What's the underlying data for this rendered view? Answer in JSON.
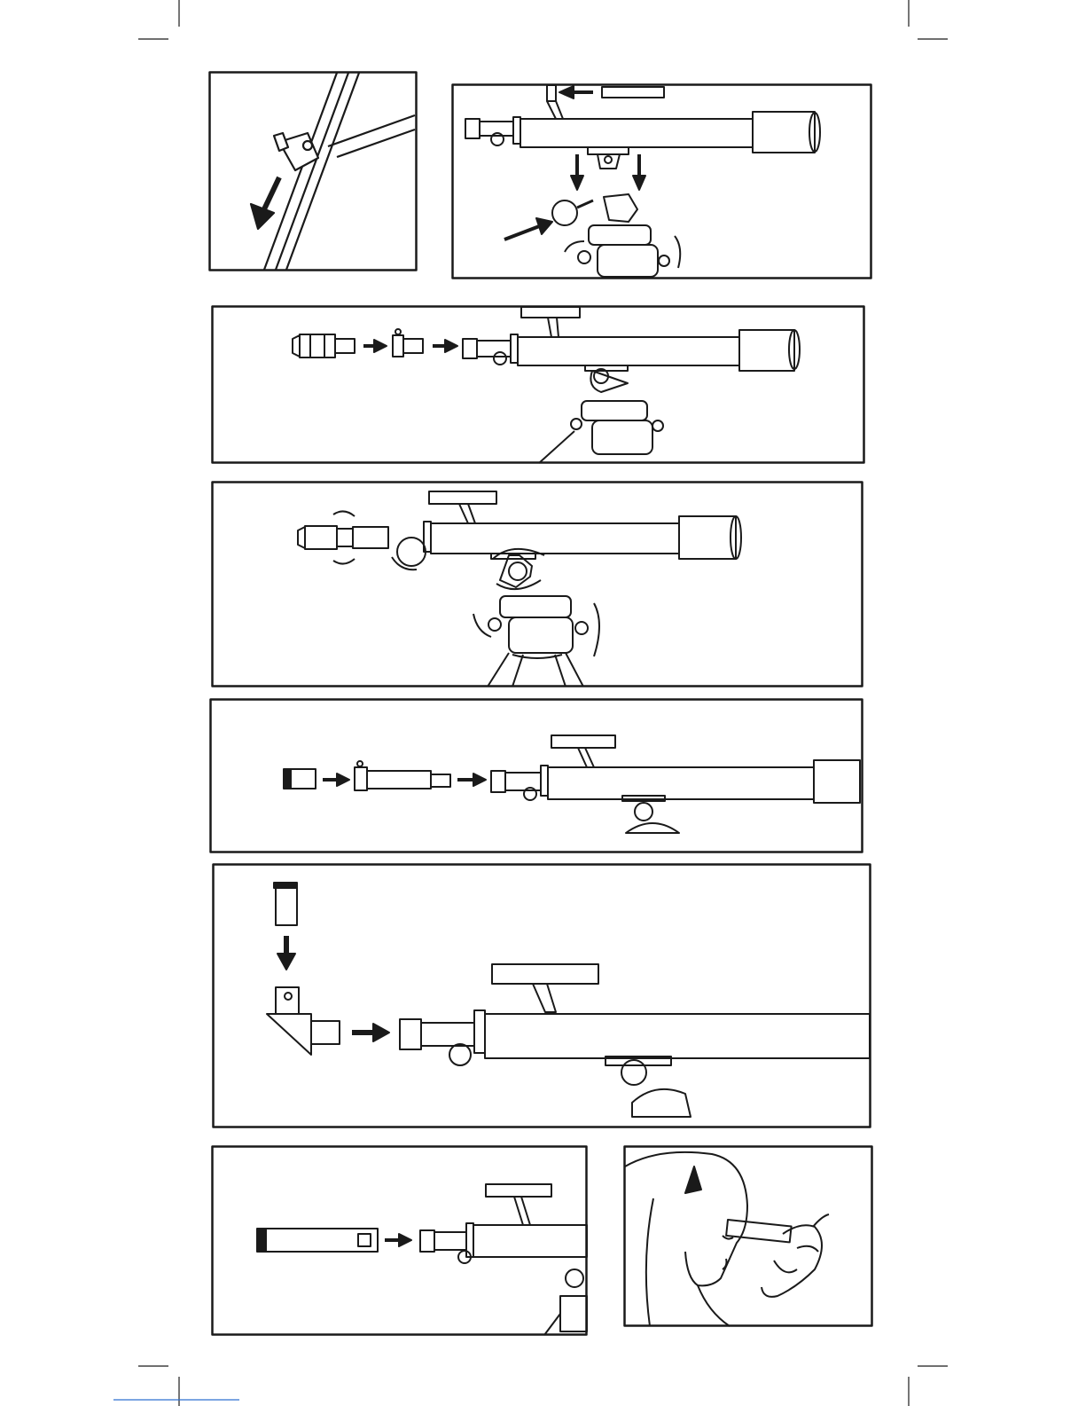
{
  "document": {
    "type": "telescope-assembly-instructions",
    "text_visible": false
  },
  "colors": {
    "ink": "#1a1a1a",
    "paper": "#ffffff",
    "link_underline": "#2f6fd1"
  },
  "figures": [
    {
      "id": "fig-1",
      "subject": "tripod-leg-clamp-extension",
      "icons": [
        "tripod-leg-icon",
        "leg-clamp-icon",
        "arrow-down-left-icon"
      ]
    },
    {
      "id": "fig-2",
      "subject": "mount-tube-on-tripod-head-attach-finder-scope",
      "icons": [
        "telescope-tube-icon",
        "finder-scope-icon",
        "mount-bracket-icon",
        "knob-screw-icon",
        "arrow-icon"
      ]
    },
    {
      "id": "fig-3",
      "subject": "insert-eyepiece-and-erecting-lens",
      "icons": [
        "eyepiece-icon",
        "adapter-icon",
        "telescope-tube-icon",
        "arrow-right-icon"
      ]
    },
    {
      "id": "fig-4",
      "subject": "focus-and-adjust-altitude-azimuth",
      "icons": [
        "rotate-arrow-icon",
        "telescope-tube-icon",
        "mount-head-icon",
        "tripod-icon"
      ]
    },
    {
      "id": "fig-5",
      "subject": "insert-eyepiece-with-barlow-lens",
      "icons": [
        "eyepiece-icon",
        "barlow-lens-icon",
        "telescope-tube-icon",
        "arrow-right-icon"
      ]
    },
    {
      "id": "fig-6",
      "subject": "insert-eyepiece-into-star-diagonal",
      "icons": [
        "eyepiece-icon",
        "star-diagonal-icon",
        "telescope-tube-icon",
        "arrow-down-icon",
        "arrow-right-icon"
      ]
    },
    {
      "id": "fig-7",
      "subject": "insert-long-extension-tube",
      "icons": [
        "extension-tube-icon",
        "telescope-tube-icon",
        "arrow-right-icon"
      ]
    },
    {
      "id": "fig-8",
      "subject": "observer-looking-through-eyepiece",
      "icons": [
        "observer-face-icon",
        "hand-icon",
        "eyepiece-icon"
      ]
    }
  ]
}
